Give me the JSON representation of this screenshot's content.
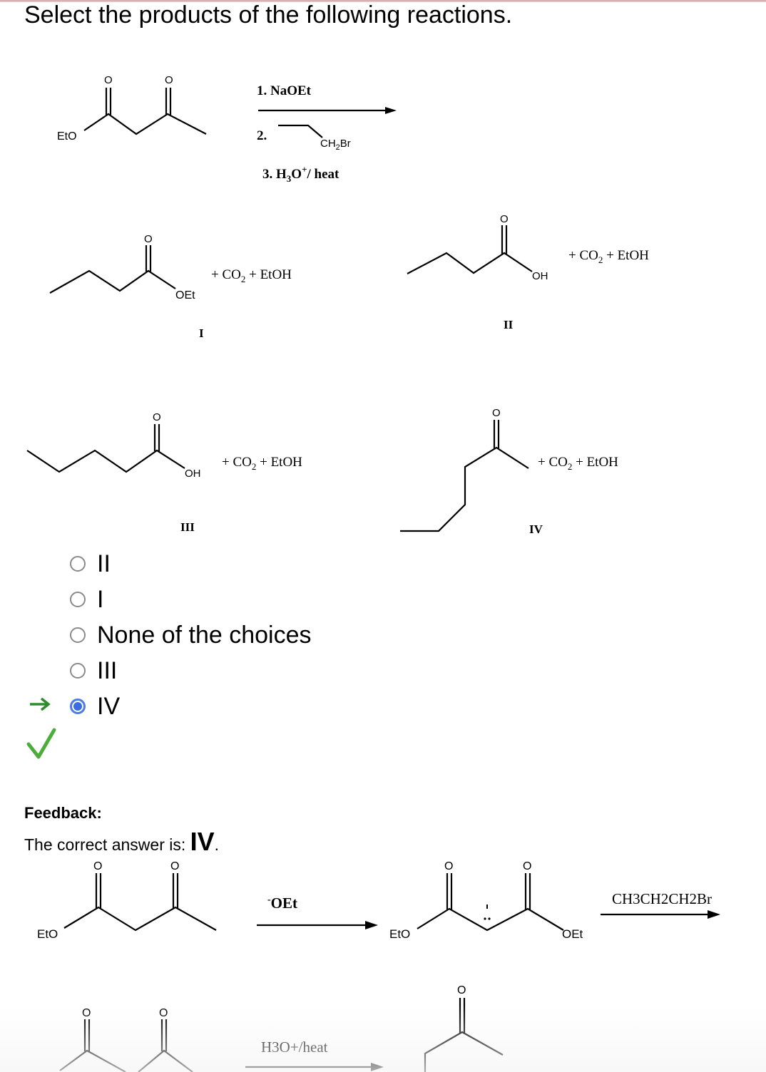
{
  "question": {
    "title": "Select the products of the following reactions."
  },
  "reaction": {
    "reactant_ester_label": "EtO",
    "oxygen_label": "O",
    "step1": "1. NaOEt",
    "step2": "2.",
    "reagent_group": "CH2Br",
    "step3": "3. H3O+/ heat"
  },
  "products": [
    {
      "roman": "I",
      "group": "OEt",
      "byproducts": "+ CO2 + EtOH"
    },
    {
      "roman": "II",
      "group": "OH",
      "byproducts": "+ CO2 + EtOH"
    },
    {
      "roman": "III",
      "group": "OH",
      "byproducts": "+ CO2 + EtOH"
    },
    {
      "roman": "IV",
      "byproducts": "+ CO2 + EtOH"
    }
  ],
  "choices": [
    {
      "label": "II",
      "selected": false
    },
    {
      "label": "I",
      "selected": false
    },
    {
      "label": "None of the choices",
      "selected": false
    },
    {
      "label": "III",
      "selected": false
    },
    {
      "label": "IV",
      "selected": true
    }
  ],
  "feedback": {
    "heading": "Feedback:",
    "text": "The correct answer is: ",
    "answer": "IV",
    "period": ".",
    "scheme": {
      "eto": "EtO",
      "base": "-OEt",
      "oet": "OEt",
      "alkyl_halide": "CH3CH2CH2Br",
      "acid": "H3O+/heat"
    }
  },
  "colors": {
    "correct_arrow": "#2e8b2e",
    "check": "#4cae3a",
    "radio_selected": "#3b6de0"
  },
  "icons": [
    "right-arrow-icon",
    "check-icon"
  ]
}
